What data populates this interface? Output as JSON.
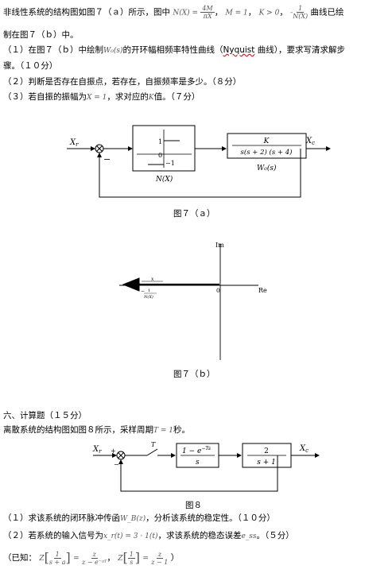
{
  "problem5": {
    "intro_a": "非线性系统的结构图如图７（ａ）所示，图中",
    "intro_nx": "N(X) =",
    "intro_nx_num": "4M",
    "intro_nx_den": "πX",
    "intro_m": "M = 1",
    "intro_k": "K > 0",
    "intro_neg": "-",
    "intro_inv_num": "1",
    "intro_inv_den": "N(X)",
    "intro_b": "曲线已绘",
    "intro_line2": "制在图７（ｂ）中。",
    "q1_a": "（１）在图７（ｂ）中绘制",
    "q1_w": "W₀(s)",
    "q1_b": "的开环幅相频率特性曲线（",
    "q1_nyq": "Nyquist",
    "q1_c": " 曲线），要求写清求解步",
    "q1_line2": "骤。（１０分）",
    "q2": "（２）判断是否存在自振点，若存在，自振频率是多少。（８分）",
    "q3_a": "（３）若自振的振幅为",
    "q3_x": "X = 1",
    "q3_b": "，求对应的",
    "q3_k": "K",
    "q3_c": "值。（７分）"
  },
  "fig7a": {
    "xr": "X",
    "xr_sub": "r",
    "minus": "−",
    "nl_one": "1",
    "nl_zero": "0",
    "nl_neg_one": "−1",
    "nl_label": "N(X)",
    "tf_num": "K",
    "tf_den": "s(s + 2) (s + 4)",
    "tf_label": "W₀(s)",
    "xc": "X",
    "xc_sub": "c",
    "caption": "图７（ａ）"
  },
  "fig7b": {
    "im": "Im",
    "re": "Re",
    "origin": "0",
    "x_label": "x",
    "neg_inv": "−",
    "inv_num": "1",
    "inv_den": "N(X)",
    "caption": "图７（ｂ）"
  },
  "problem6": {
    "heading": "六、计算题（１５分）",
    "intro_a": "离散系统的结构图如图８所示，采样周期",
    "intro_t": "T = 1",
    "intro_b": "秒。"
  },
  "fig8": {
    "xr": "X",
    "xr_sub": "r",
    "plus": "+",
    "minus": "−",
    "t": "T",
    "zoh_num": "1 − e",
    "zoh_exp": "−Ts",
    "zoh_den": "s",
    "plant_num": "2",
    "plant_den": "s + 1",
    "xc": "X",
    "xc_sub": "c",
    "caption": "图８"
  },
  "questions6": {
    "q1_a": "（１）求该系统的闭环脉冲传函",
    "q1_w": "W_B(z)",
    "q1_b": "，分析该系统的稳定性。（１０分）",
    "q2_a": "（２）若系统的输入信号为",
    "q2_x": "x_r(t) = 3 · 1(t)",
    "q2_b": "，求该系统的稳态误差",
    "q2_e": "e_ss",
    "q2_c": "。（５分）",
    "known_a": "（已知：",
    "z1": "Z",
    "f1_num": "1",
    "f1_den": "s + a",
    "eq1": "=",
    "f2_num": "z",
    "f2_den": "z − e⁻ᵃᵀ",
    "comma": "，",
    "z2": "Z",
    "f3_num": "1",
    "f3_den": "s",
    "eq2": "=",
    "f4_num": "z",
    "f4_den": "z − 1",
    "known_b": "）"
  }
}
